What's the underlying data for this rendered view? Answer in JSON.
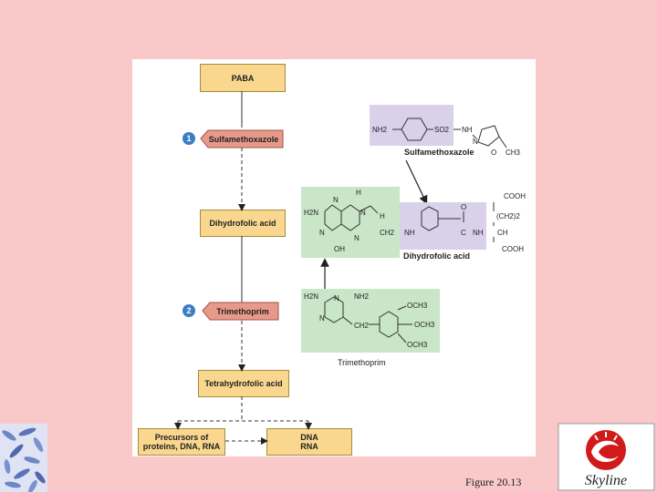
{
  "pathway": {
    "paba": "PABA",
    "dihydrofolic": "Dihydrofolic acid",
    "tetrahydrofolic": "Tetrahydrofolic acid",
    "precursors_line1": "Precursors of",
    "precursors_line2": "proteins, DNA, RNA",
    "dna": "DNA",
    "rna": "RNA"
  },
  "inhibitors": [
    {
      "number": "1",
      "name": "Sulfamethoxazole"
    },
    {
      "number": "2",
      "name": "Trimethoprim"
    }
  ],
  "structures": {
    "sulfa": {
      "nh2": "NH2",
      "so2": "SO2",
      "nh": "NH",
      "n": "N",
      "o": "O",
      "ch3": "CH3",
      "name": "Sulfamethoxazole"
    },
    "dhf": {
      "h2n": "H2N",
      "h_top": "H",
      "h_side": "H",
      "n1": "N",
      "n2": "N",
      "n3": "N",
      "n4": "N",
      "oh": "OH",
      "ch2": "CH2",
      "nh": "NH",
      "o": "O",
      "c": "C",
      "nh2": "NH",
      "cooh_top": "COOH",
      "ch2_2": "(CH2)2",
      "ch": "CH",
      "cooh_bottom": "COOH",
      "name": "Dihydrofolic acid"
    },
    "tmp": {
      "h2n": "H2N",
      "nh2": "NH2",
      "n1": "N",
      "n2": "N",
      "ch2": "CH2",
      "och3_1": "OCH3",
      "och3_2": "OCH3",
      "och3_3": "OCH3",
      "name": "Trimethoprim"
    }
  },
  "caption": "Figure 20.13",
  "logo_text": "Skyline",
  "colors": {
    "background": "#f9c8c8",
    "box_fill": "#fad78f",
    "inhibitor_fill": "#e89a8a",
    "badge": "#3b7ec4",
    "structure_bg_purple": "#d9d0ea",
    "structure_bg_green": "#c9e6c8",
    "logo_red": "#d11a1a"
  }
}
